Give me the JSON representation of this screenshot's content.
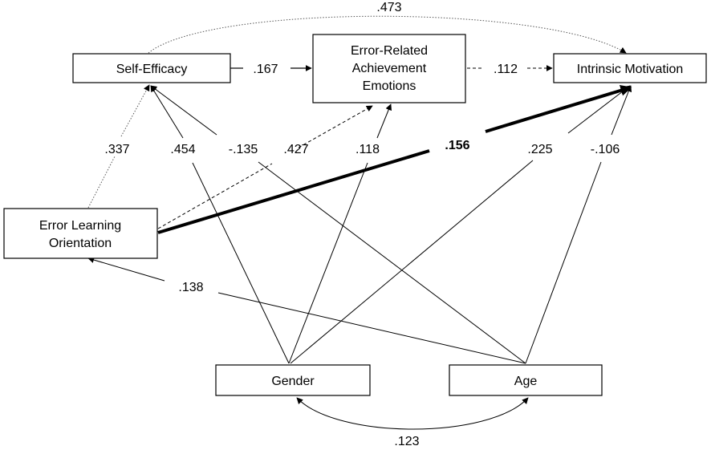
{
  "nodes": {
    "self_efficacy": {
      "lines": [
        "Self-Efficacy"
      ]
    },
    "emotions": {
      "lines": [
        "Error-Related",
        "Achievement",
        "Emotions"
      ]
    },
    "intrinsic": {
      "lines": [
        "Intrinsic Motivation"
      ]
    },
    "elo": {
      "lines": [
        "Error Learning",
        "Orientation"
      ]
    },
    "gender": {
      "lines": [
        "Gender"
      ]
    },
    "age": {
      "lines": [
        "Age"
      ]
    }
  },
  "paths": {
    "se_im": ".473",
    "se_em": ".167",
    "em_im": ".112",
    "elo_se": ".337",
    "gender_se": ".454",
    "age_se": "-.135",
    "elo_em": ".427",
    "gender_em": ".118",
    "elo_im": ".156",
    "gender_im": ".225",
    "age_im": "-.106",
    "age_elo": ".138",
    "gender_age": ".123"
  }
}
